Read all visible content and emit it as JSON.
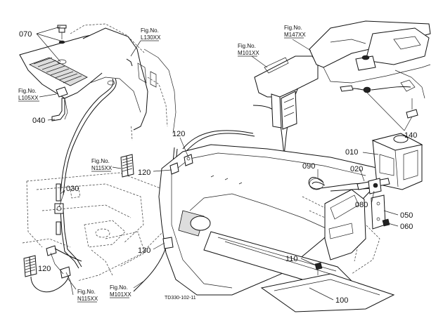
{
  "callouts": {
    "c070": "070",
    "c040": "040",
    "c030": "030",
    "c120a": "120",
    "c120b": "120",
    "c120c": "120",
    "c130": "130",
    "c110": "110",
    "c100": "100",
    "c090": "090",
    "c010": "010",
    "c020": "020",
    "c080": "080",
    "c050": "050",
    "c060": "060",
    "c140": "140"
  },
  "fig_refs": {
    "l130": {
      "label": "Fig.No.",
      "code": "L130XX"
    },
    "l105": {
      "label": "Fig.No.",
      "code": "L105XX"
    },
    "m147": {
      "label": "Fig.No.",
      "code": "M147XX"
    },
    "m101_top": {
      "label": "Fig.No.",
      "code": "M101XX"
    },
    "n115_mid": {
      "label": "Fig.No.",
      "code": "N115XX"
    },
    "n115_bot": {
      "label": "Fig.No.",
      "code": "N115XX"
    },
    "m101_bot": {
      "label": "Fig.No.",
      "code": "M101XX"
    }
  },
  "drawing_code": "TD330-102-11"
}
